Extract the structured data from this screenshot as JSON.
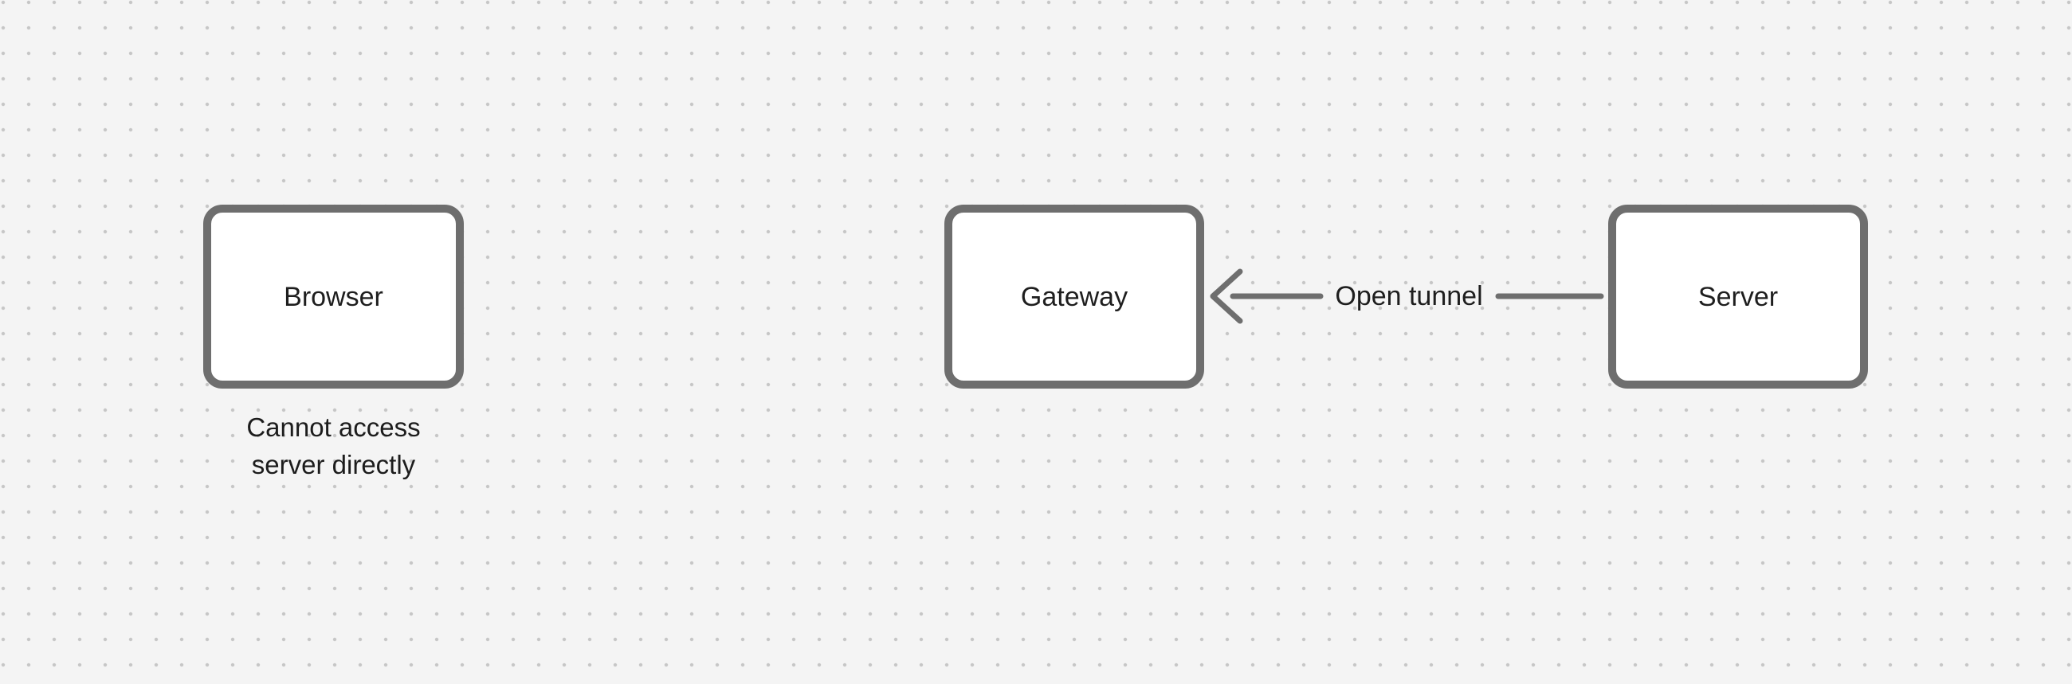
{
  "canvas": {
    "background_color": "#f4f4f4",
    "grid_dot_color": "#c6c6c6",
    "stroke_color": "#6e6e6e",
    "text_color": "#1e1e1e",
    "node_fill_color": "#ffffff"
  },
  "nodes": {
    "browser": {
      "label": "Browser"
    },
    "gateway": {
      "label": "Gateway"
    },
    "server": {
      "label": "Server"
    }
  },
  "edge": {
    "label": "Open tunnel",
    "direction": "from Server to Gateway (arrow points left)"
  },
  "caption": {
    "line1": "Cannot access",
    "line2": "server directly"
  }
}
